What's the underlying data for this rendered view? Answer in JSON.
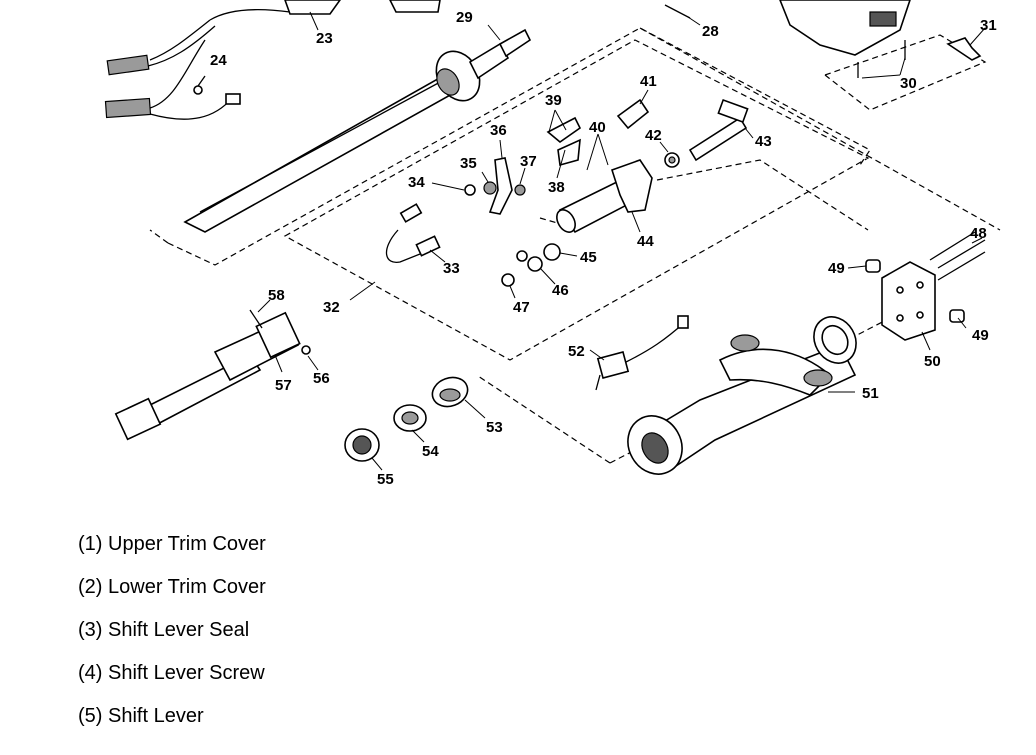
{
  "callouts": {
    "n23": "23",
    "n24": "24",
    "n28": "28",
    "n29": "29",
    "n30": "30",
    "n31": "31",
    "n32": "32",
    "n33": "33",
    "n34": "34",
    "n35": "35",
    "n36": "36",
    "n37": "37",
    "n38": "38",
    "n39": "39",
    "n40": "40",
    "n41": "41",
    "n42": "42",
    "n43": "43",
    "n44": "44",
    "n45": "45",
    "n46": "46",
    "n47": "47",
    "n48": "48",
    "n49a": "49",
    "n49b": "49",
    "n50": "50",
    "n51": "51",
    "n52": "52",
    "n53": "53",
    "n54": "54",
    "n55": "55",
    "n56": "56",
    "n57": "57",
    "n58": "58"
  },
  "legend": [
    "(1) Upper Trim Cover",
    "(2) Lower Trim Cover",
    "(3) Shift Lever Seal",
    "(4) Shift Lever Screw",
    "(5) Shift Lever"
  ]
}
